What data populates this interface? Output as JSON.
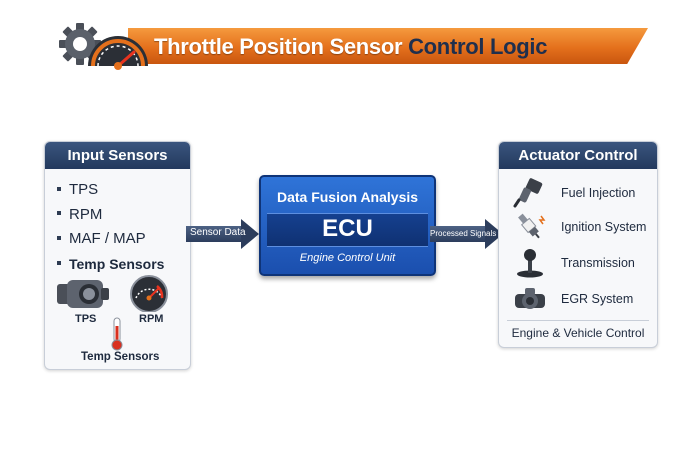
{
  "title": {
    "part1": "Throttle Position Sensor",
    "part2": "Control Logic"
  },
  "input_panel": {
    "heading": "Input Sensors",
    "items": [
      "TPS",
      "RPM",
      "MAF / MAP",
      "Temp Sensors"
    ],
    "icon_labels": {
      "tps": "TPS",
      "rpm": "RPM",
      "temp": "Temp Sensors"
    }
  },
  "arrows": {
    "in": "Sensor Data",
    "out": "Processed Signals"
  },
  "ecu": {
    "heading": "Data Fusion Analysis",
    "name": "ECU",
    "subtitle": "Engine Control Unit"
  },
  "output_panel": {
    "heading": "Actuator Control",
    "items": [
      "Fuel Injection",
      "Ignition System",
      "Transmission",
      "EGR System"
    ],
    "footer": "Engine & Vehicle Control"
  },
  "colors": {
    "banner_orange": "#e4701c",
    "navy": "#23395d",
    "ecu_blue": "#1b4fae",
    "thermo_red": "#d9301f"
  }
}
